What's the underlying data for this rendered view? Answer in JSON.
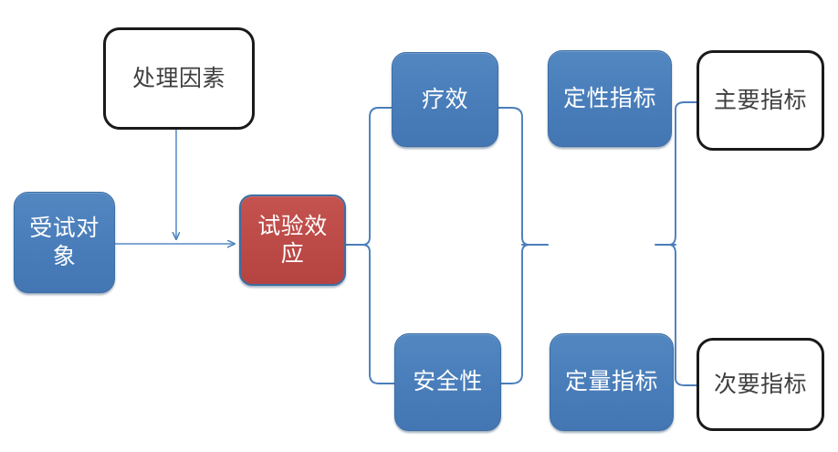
{
  "diagram": {
    "title_text": "",
    "palette": {
      "blue_fill": "#4a7ebb",
      "blue_border": "#3c6ea4",
      "red_fill": "#bd4b48",
      "red_border": "#3c6ea4",
      "outline_border": "#1a1a1a",
      "outline_text": "#3f3f3f",
      "connector": "#4a7ebb",
      "background": "#ffffff",
      "filled_text": "#ffffff"
    },
    "nodes": [
      {
        "id": "subject",
        "label": "受试对象",
        "style": "filled-blue"
      },
      {
        "id": "treatment",
        "label": "处理因素",
        "style": "outline-dark"
      },
      {
        "id": "effect",
        "label": "试验效应",
        "style": "filled-red"
      },
      {
        "id": "efficacy",
        "label": "疗效",
        "style": "filled-blue"
      },
      {
        "id": "safety",
        "label": "安全性",
        "style": "filled-blue"
      },
      {
        "id": "qualitative",
        "label": "定性指标",
        "style": "filled-blue"
      },
      {
        "id": "quantitative",
        "label": "定量指标",
        "style": "filled-blue"
      },
      {
        "id": "primary",
        "label": "主要指标",
        "style": "outline-dark"
      },
      {
        "id": "secondary",
        "label": "次要指标",
        "style": "outline-dark"
      }
    ],
    "connectors": [
      {
        "id": "subject-to-effect",
        "type": "arrow",
        "from": "subject",
        "to": "effect"
      },
      {
        "id": "treatment-to-flow",
        "type": "arrow",
        "from": "treatment",
        "to": "subject-to-effect"
      },
      {
        "id": "effect-brace",
        "type": "brace",
        "from": "effect",
        "to": "efficacy,safety"
      },
      {
        "id": "efficacy-safety-brace",
        "type": "brace",
        "from": "efficacy,safety",
        "to": "qualitative,quantitative"
      },
      {
        "id": "indicator-brace",
        "type": "brace",
        "from": "qualitative,quantitative",
        "to": "primary,secondary"
      }
    ]
  }
}
